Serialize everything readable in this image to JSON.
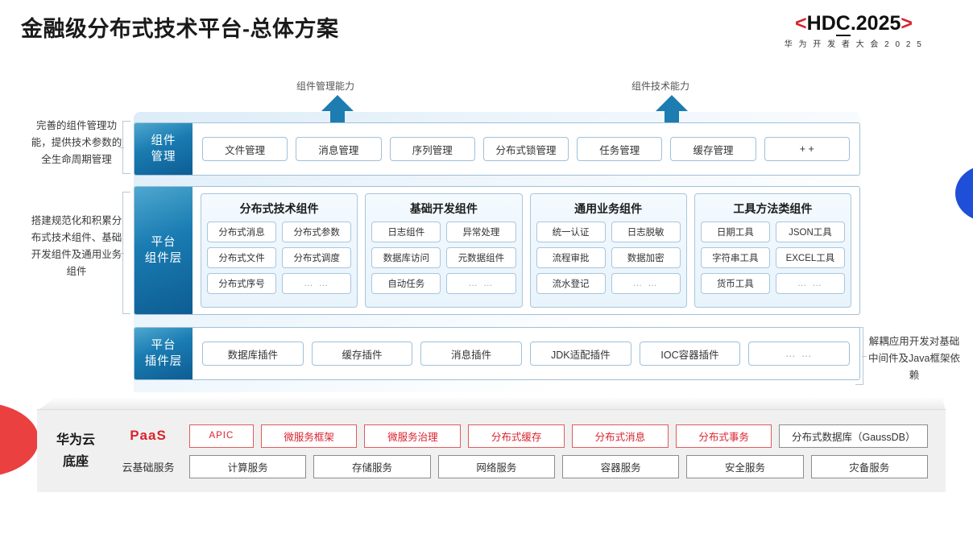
{
  "header": {
    "title": "金融级分布式技术平台-总体方案",
    "logo_bracket_left": "<",
    "logo_bracket_right": ">",
    "logo_h": "H",
    "logo_d": "D",
    "logo_c": "C",
    "logo_rest": ".2025",
    "logo_sub": "华 为 开 发 者 大 会 2 0 2 5"
  },
  "arrows": [
    {
      "label": "组件管理能力"
    },
    {
      "label": "组件技术能力"
    }
  ],
  "side_notes": {
    "left_top": "完善的组件管理功能，提供技术参数的全生命周期管理",
    "left_bottom": "搭建规范化和积累分布式技术组件、基础开发组件及通用业务组件",
    "right": "解耦应用开发对基础中间件及Java框架依赖"
  },
  "layers": {
    "component_mgmt": {
      "label_line1": "组件",
      "label_line2": "管理",
      "items": [
        "文件管理",
        "消息管理",
        "序列管理",
        "分布式锁管理",
        "任务管理",
        "缓存管理",
        "+ +"
      ]
    },
    "platform_component": {
      "label_line1": "平台",
      "label_line2": "组件层",
      "groups": [
        {
          "title": "分布式技术组件",
          "items": [
            "分布式消息",
            "分布式参数",
            "分布式文件",
            "分布式调度",
            "分布式序号",
            "… …"
          ]
        },
        {
          "title": "基础开发组件",
          "items": [
            "日志组件",
            "异常处理",
            "数据库访问",
            "元数据组件",
            "自动任务",
            "… …"
          ]
        },
        {
          "title": "通用业务组件",
          "items": [
            "统一认证",
            "日志脱敏",
            "流程审批",
            "数据加密",
            "流水登记",
            "… …"
          ]
        },
        {
          "title": "工具方法类组件",
          "items": [
            "日期工具",
            "JSON工具",
            "字符串工具",
            "EXCEL工具",
            "货币工具",
            "… …"
          ]
        }
      ]
    },
    "platform_plugin": {
      "label_line1": "平台",
      "label_line2": "插件层",
      "items": [
        "数据库插件",
        "缓存插件",
        "消息插件",
        "JDK适配插件",
        "IOC容器插件",
        "… …"
      ]
    }
  },
  "cloud_base": {
    "title_line1": "华为云",
    "title_line2": "底座",
    "paas_tag": "PaaS",
    "paas_items": [
      "APIC",
      "微服务框架",
      "微服务治理",
      "分布式缓存",
      "分布式消息",
      "分布式事务"
    ],
    "paas_db": "分布式数据库（GaussDB）",
    "infra_tag": "云基础服务",
    "infra_items": [
      "计算服务",
      "存储服务",
      "网络服务",
      "容器服务",
      "安全服务",
      "灾备服务"
    ]
  },
  "colors": {
    "brand_red": "#d9232e",
    "layer_blue": "#1a7cb2",
    "accent_blue": "#1f4ed8",
    "arrow_blue": "#1d7cb0"
  }
}
